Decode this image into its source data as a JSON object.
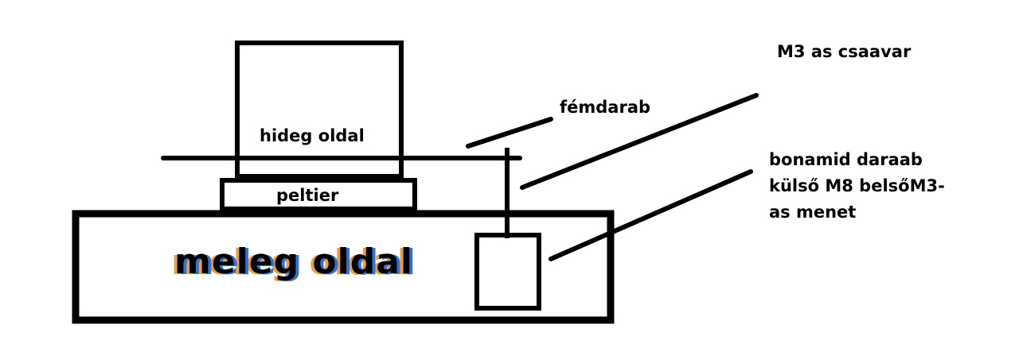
{
  "labels": {
    "cold_side": "hideg oldal",
    "peltier": "peltier",
    "hot_side": "meleg oldal",
    "metal_piece": "fémdarab",
    "m3_screw": "M3 as csaavar",
    "bonamid_line1": "bonamid daraab",
    "bonamid_line2": "külső M8 belsőM3-",
    "bonamid_line3": "as menet"
  },
  "colors": {
    "ink": "#000000",
    "background": "#ffffff",
    "glitch_orange": "#f0a030",
    "glitch_blue": "#3070e0"
  }
}
